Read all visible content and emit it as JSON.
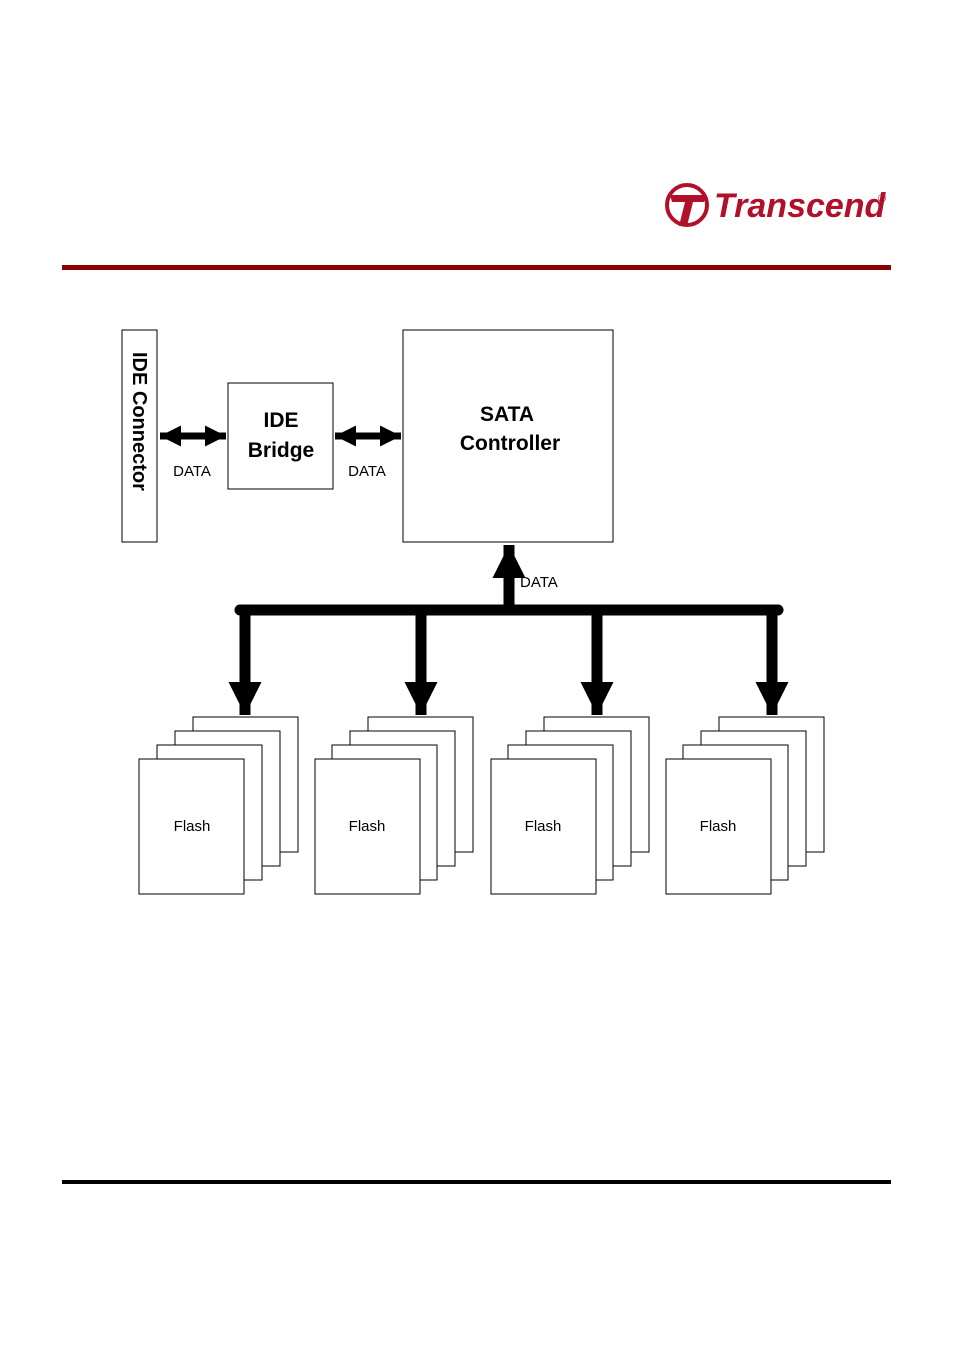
{
  "brand": {
    "name": "Transcend",
    "registered_mark": "®",
    "color": "#b0102a"
  },
  "colors": {
    "top_rule": "#8b0000",
    "bottom_rule": "#000000",
    "diagram_line": "#000000"
  },
  "diagram": {
    "ide_connector": "IDE Connector",
    "ide_bridge": {
      "line1": "IDE",
      "line2": "Bridge"
    },
    "sata_controller": {
      "line1": "SATA",
      "line2": "Controller"
    },
    "data_labels": {
      "left": "DATA",
      "middle": "DATA",
      "bus": "DATA"
    },
    "flash_labels": [
      "Flash",
      "Flash",
      "Flash",
      "Flash"
    ]
  }
}
